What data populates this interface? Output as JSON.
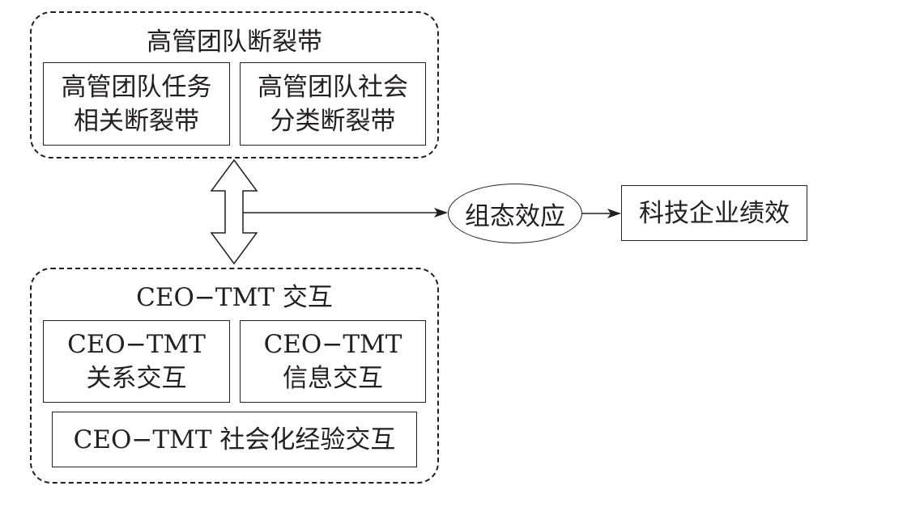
{
  "top_group": {
    "title": "高管团队断裂带",
    "boxes": [
      {
        "line1": "高管团队任务",
        "line2": "相关断裂带"
      },
      {
        "line1": "高管团队社会",
        "line2": "分类断裂带"
      }
    ]
  },
  "bottom_group": {
    "title": "CEO−TMT 交互",
    "boxes": [
      {
        "line1": "CEO−TMT",
        "line2": "关系交互"
      },
      {
        "line1": "CEO−TMT",
        "line2": "信息交互"
      }
    ],
    "wide_box": "CEO−TMT 社会化经验交互"
  },
  "mediator": "组态效应",
  "outcome": "科技企业绩效",
  "colors": {
    "line": "#231f20",
    "background": "#ffffff"
  }
}
